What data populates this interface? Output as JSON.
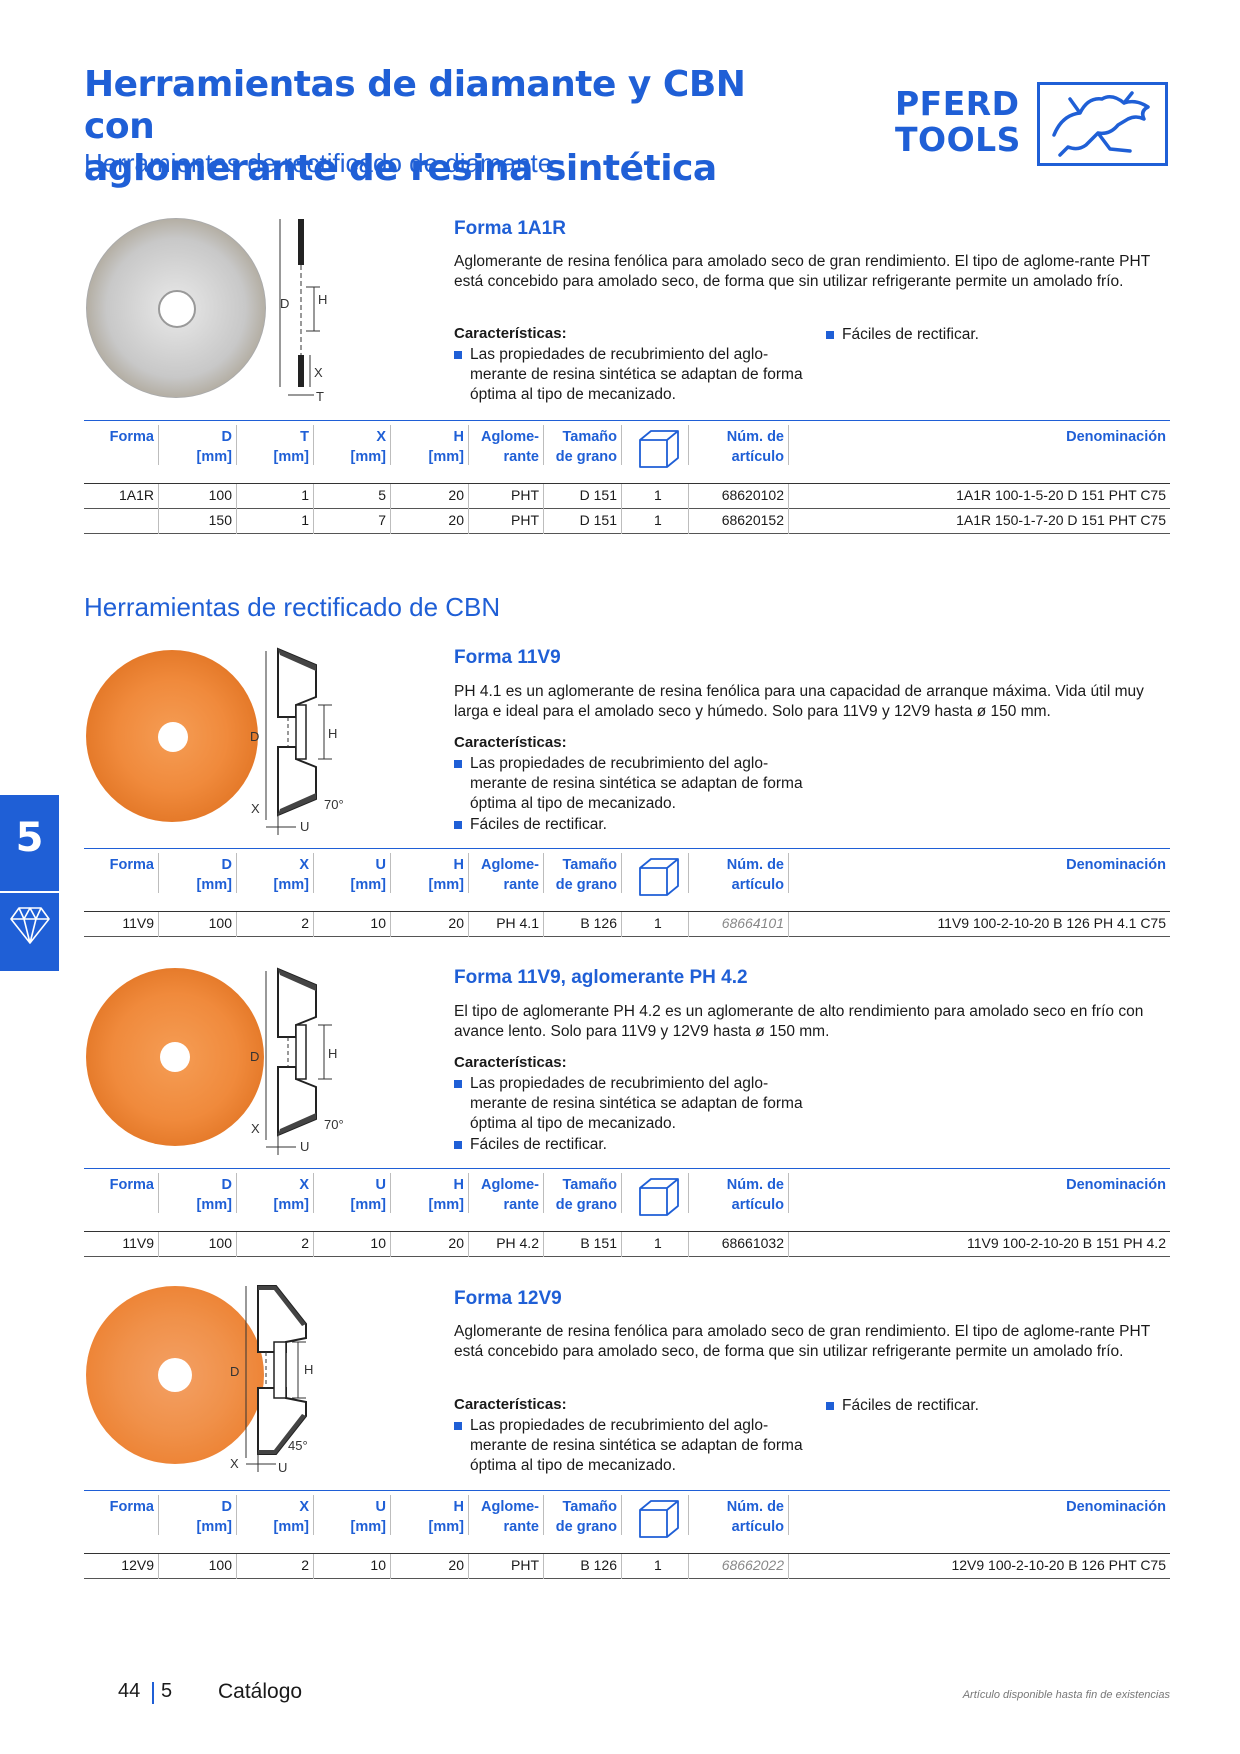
{
  "header": {
    "title_line1": "Herramientas de diamante y CBN con",
    "title_line2": "aglomerante de resina sintética",
    "subtitle": "Herramientas de rectificado de diamante",
    "logo_line1": "PFERD",
    "logo_line2": "TOOLS"
  },
  "colors": {
    "brand_blue": "#1f5fd6",
    "wheel_orange": "#f08a3c",
    "wheel_silver": "#d6d6d6"
  },
  "table_headers": {
    "forma": "Forma",
    "d": "D",
    "d_unit": "[mm]",
    "t": "T",
    "x": "X",
    "u": "U",
    "h": "H",
    "unit": "[mm]",
    "aglome1": "Aglome-",
    "aglome2": "rante",
    "tamano1": "Tamaño",
    "tamano2": "de grano",
    "pack_icon": "box-icon",
    "num1": "Núm. de",
    "num2": "artículo",
    "denominacion": "Denominación"
  },
  "products": [
    {
      "forma_title": "Forma 1A1R",
      "description": "Aglomerante de resina fenólica para amolado seco de gran rendimiento. El tipo de aglome-rante PHT está concebido para amolado seco, de forma que sin utilizar refrigerante permite un amolado frío.",
      "features_label": "Características:",
      "features": [
        "Las propiedades de recubrimiento del aglo-merante de resina sintética se adaptan de forma óptima al tipo de mecanizado.",
        "Fáciles de rectificar."
      ],
      "diagram_labels": [
        "D",
        "H",
        "X",
        "T"
      ],
      "rows": [
        {
          "forma": "1A1R",
          "d": "100",
          "c2": "1",
          "c3": "5",
          "h": "20",
          "aglo": "PHT",
          "grano": "D 151",
          "pack": "1",
          "num": "68620102",
          "den": "1A1R 100-1-5-20 D 151 PHT C75"
        },
        {
          "forma": "",
          "d": "150",
          "c2": "1",
          "c3": "7",
          "h": "20",
          "aglo": "PHT",
          "grano": "D 151",
          "pack": "1",
          "num": "68620152",
          "den": "1A1R 150-1-7-20 D 151 PHT C75"
        }
      ]
    },
    {
      "forma_title": "Forma 11V9",
      "description": "PH 4.1 es un aglomerante de resina fenólica para una capacidad de arranque máxima. Vida útil muy larga e ideal para el amolado seco y húmedo. Solo para 11V9 y 12V9 hasta ø 150 mm.",
      "features_label": "Características:",
      "features": [
        "Las propiedades de recubrimiento del aglo-merante de resina sintética se adaptan de forma óptima al tipo de mecanizado.",
        "Fáciles de rectificar."
      ],
      "diagram_labels": [
        "D",
        "H",
        "X",
        "U",
        "70°"
      ],
      "rows": [
        {
          "forma": "11V9",
          "d": "100",
          "c2": "2",
          "c3": "10",
          "h": "20",
          "aglo": "PH 4.1",
          "grano": "B 126",
          "pack": "1",
          "num": "68664101",
          "den": "11V9 100-2-10-20 B 126 PH 4.1 C75"
        }
      ]
    },
    {
      "forma_title": "Forma 11V9, aglomerante PH 4.2",
      "description": "El tipo de aglomerante PH 4.2 es un aglomerante de alto rendimiento para amolado seco en frío con avance lento. Solo para 11V9 y 12V9 hasta ø 150 mm.",
      "features_label": "Características:",
      "features": [
        "Las propiedades de recubrimiento del aglo-merante de resina sintética se adaptan de forma óptima al tipo de mecanizado.",
        "Fáciles de rectificar."
      ],
      "diagram_labels": [
        "D",
        "H",
        "X",
        "U",
        "70°"
      ],
      "rows": [
        {
          "forma": "11V9",
          "d": "100",
          "c2": "2",
          "c3": "10",
          "h": "20",
          "aglo": "PH 4.2",
          "grano": "B 151",
          "pack": "1",
          "num": "68661032",
          "den": "11V9 100-2-10-20 B 151 PH 4.2"
        }
      ]
    },
    {
      "forma_title": "Forma 12V9",
      "description": "Aglomerante de resina fenólica para amolado seco de gran rendimiento. El tipo de aglome-rante PHT está concebido para amolado seco, de forma que sin utilizar refrigerante permite un amolado frío.",
      "features_label": "Características:",
      "features": [
        "Las propiedades de recubrimiento del aglo-merante de resina sintética se adaptan de forma óptima al tipo de mecanizado.",
        "Fáciles de rectificar."
      ],
      "diagram_labels": [
        "D",
        "H",
        "X",
        "U",
        "45°"
      ],
      "rows": [
        {
          "forma": "12V9",
          "d": "100",
          "c2": "2",
          "c3": "10",
          "h": "20",
          "aglo": "PHT",
          "grano": "B 126",
          "pack": "1",
          "num": "68662022",
          "den": "12V9 100-2-10-20 B 126 PHT C75"
        }
      ]
    }
  ],
  "section2_title": "Herramientas de rectificado de CBN",
  "side_tab": {
    "number": "5",
    "icon": "diamond-icon"
  },
  "footer": {
    "page": "44",
    "section": "5",
    "catalog": "Catálogo",
    "note": "Artículo disponible hasta fin de existencias"
  }
}
